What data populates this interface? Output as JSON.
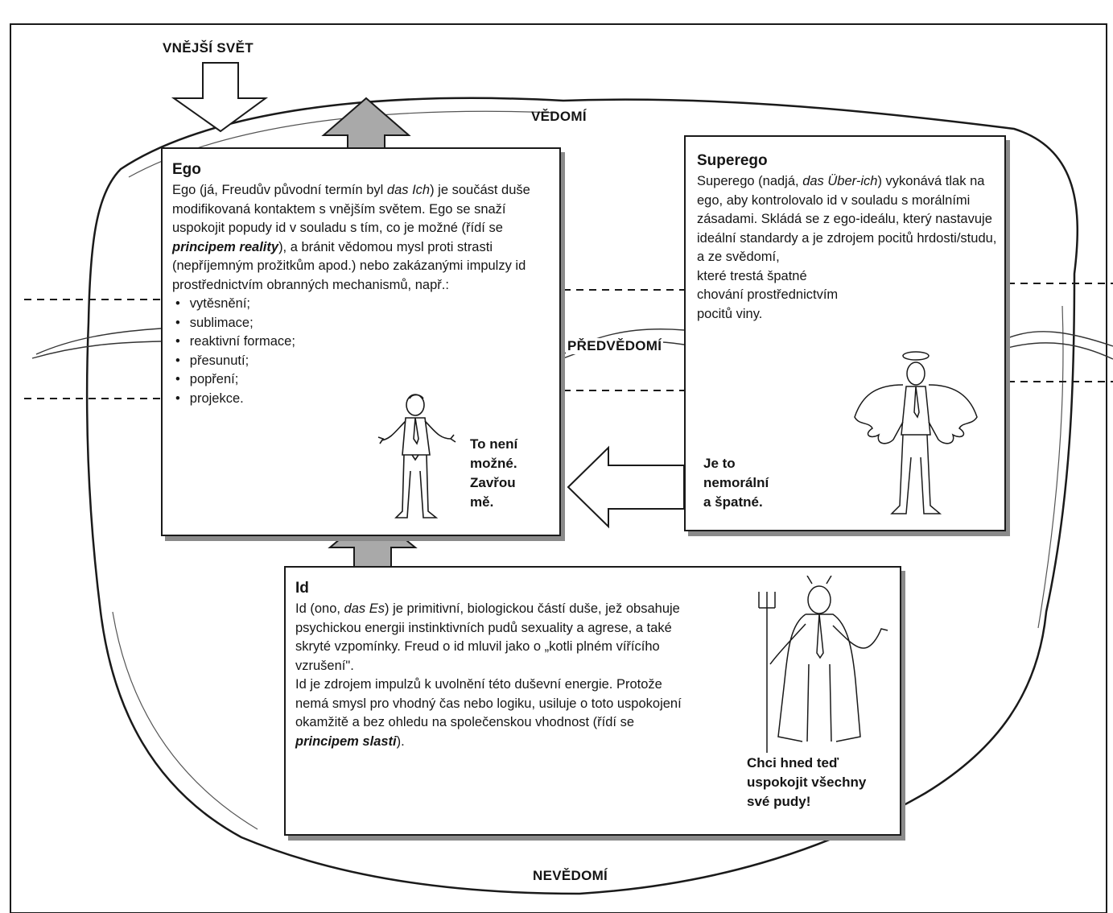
{
  "layers": {
    "outer_world": "VNĚJŠÍ SVĚT",
    "conscious": "VĚDOMÍ",
    "preconscious": "PŘEDVĚDOMÍ",
    "unconscious": "NEVĚDOMÍ"
  },
  "ego": {
    "title": "Ego",
    "text_a": "Ego (já, Freudův původní termín byl ",
    "term": "das Ich",
    "text_b": ") je součást duše modifikovaná kontaktem s vnějším světem. Ego se snaží uspokojit popudy id v souladu s tím, co je možné (řídí se ",
    "principle": "principem reality",
    "text_c": "), a bránit vědomou mysl proti strasti (nepříjemným prožitkům apod.) nebo zakázanými impulzy id prostřednictvím obranných mechanismů, např.:",
    "mechanisms": [
      "vytěsnění;",
      "sublimace;",
      "reaktivní formace;",
      "přesunutí;",
      "popření;",
      "projekce."
    ],
    "speech_1": "To není",
    "speech_2": "možné.",
    "speech_3": "Zavřou",
    "speech_4": "mě."
  },
  "superego": {
    "title": "Superego",
    "text_a": "Superego (nadjá, ",
    "term": "das Über-ich",
    "text_b": ") vykonává tlak na ego, aby kontrolovalo id v souladu s morálními zásadami. Skládá se z ego-ideálu, který nastavuje ideální standardy a je zdrojem pocitů hrdosti/studu, a ze svědomí,",
    "text_c": "které trestá špatné chování prostřednictvím pocitů viny.",
    "speech_1": "Je to",
    "speech_2": "nemorální",
    "speech_3": "a špatné."
  },
  "id": {
    "title": "Id",
    "text_a": "Id (ono, ",
    "term": "das Es",
    "text_b": ") je primitivní, biologickou částí duše, jež obsahuje psychickou energii instinktivních pudů sexuality a agrese, a také skryté vzpomínky. Freud o id mluvil jako o „kotli plném vířícího vzrušení\".",
    "text_c": "Id je zdrojem impulzů k uvolnění této duševní energie. Protože nemá smysl pro vhodný čas nebo logiku, usiluje o toto uspokojení okamžitě a bez ohledu na společenskou vhodnost (řídí se ",
    "principle": "principem slasti",
    "text_d": ").",
    "speech_1": "Chci hned teď",
    "speech_2": "uspokojit všechny",
    "speech_3": "své pudy!"
  },
  "colors": {
    "ink": "#161616",
    "shadow": "#8a8a8a",
    "arrow_fill_gray": "#a9a9a9",
    "arrow_fill_white": "#ffffff"
  },
  "icons": {
    "ego_figure": "worried-man-figure",
    "superego_figure": "angel-figure",
    "id_figure": "devil-with-pitchfork-figure"
  }
}
